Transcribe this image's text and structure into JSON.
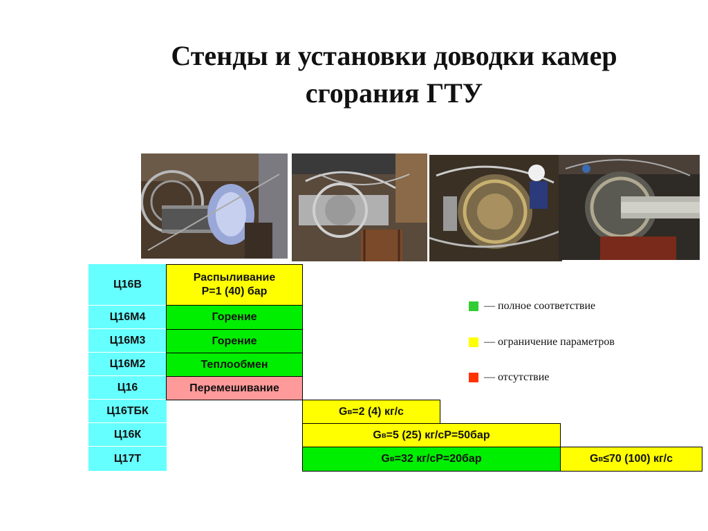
{
  "title": {
    "line1": "Стенды и установки доводки камер",
    "line2": "сгорания ГТУ"
  },
  "stands": [
    "Ц16В",
    "Ц16М4",
    "Ц16М3",
    "Ц16М2",
    "Ц16",
    "Ц16ТБК",
    "Ц16К",
    "Ц17Т"
  ],
  "processes": {
    "spray_line1": "Распыливание",
    "spray_line2": "P=1 (40) бар",
    "combustion_1": "Горение",
    "combustion_2": "Горение",
    "heat_exchange": "Теплообмен",
    "mixing": "Перемешивание"
  },
  "flow_labels": {
    "tbk_pre": "G",
    "tbk_sub": "в",
    "tbk_post": "=2 (4) кг/с",
    "k_pre": "G",
    "k_sub": "в",
    "k_post": "=5 (25) кг/сP=50бар",
    "t_pre": "G",
    "t_sub": "в",
    "t_post": "=32 кг/сP=20бар",
    "t2_pre": "G",
    "t2_sub": "в",
    "t2_post": "≤70 (100) кг/с"
  },
  "legend": [
    {
      "color": "#33cc33",
      "text": "— полное соответствие"
    },
    {
      "color": "#ffff00",
      "text": "— ограничение параметров"
    },
    {
      "color": "#ff3300",
      "text": "— отсутствие"
    }
  ],
  "colors": {
    "stand_column": "#66ffff",
    "full_match": "#00ee00",
    "limited": "#ffff00",
    "absent": "#ff9a9a"
  }
}
